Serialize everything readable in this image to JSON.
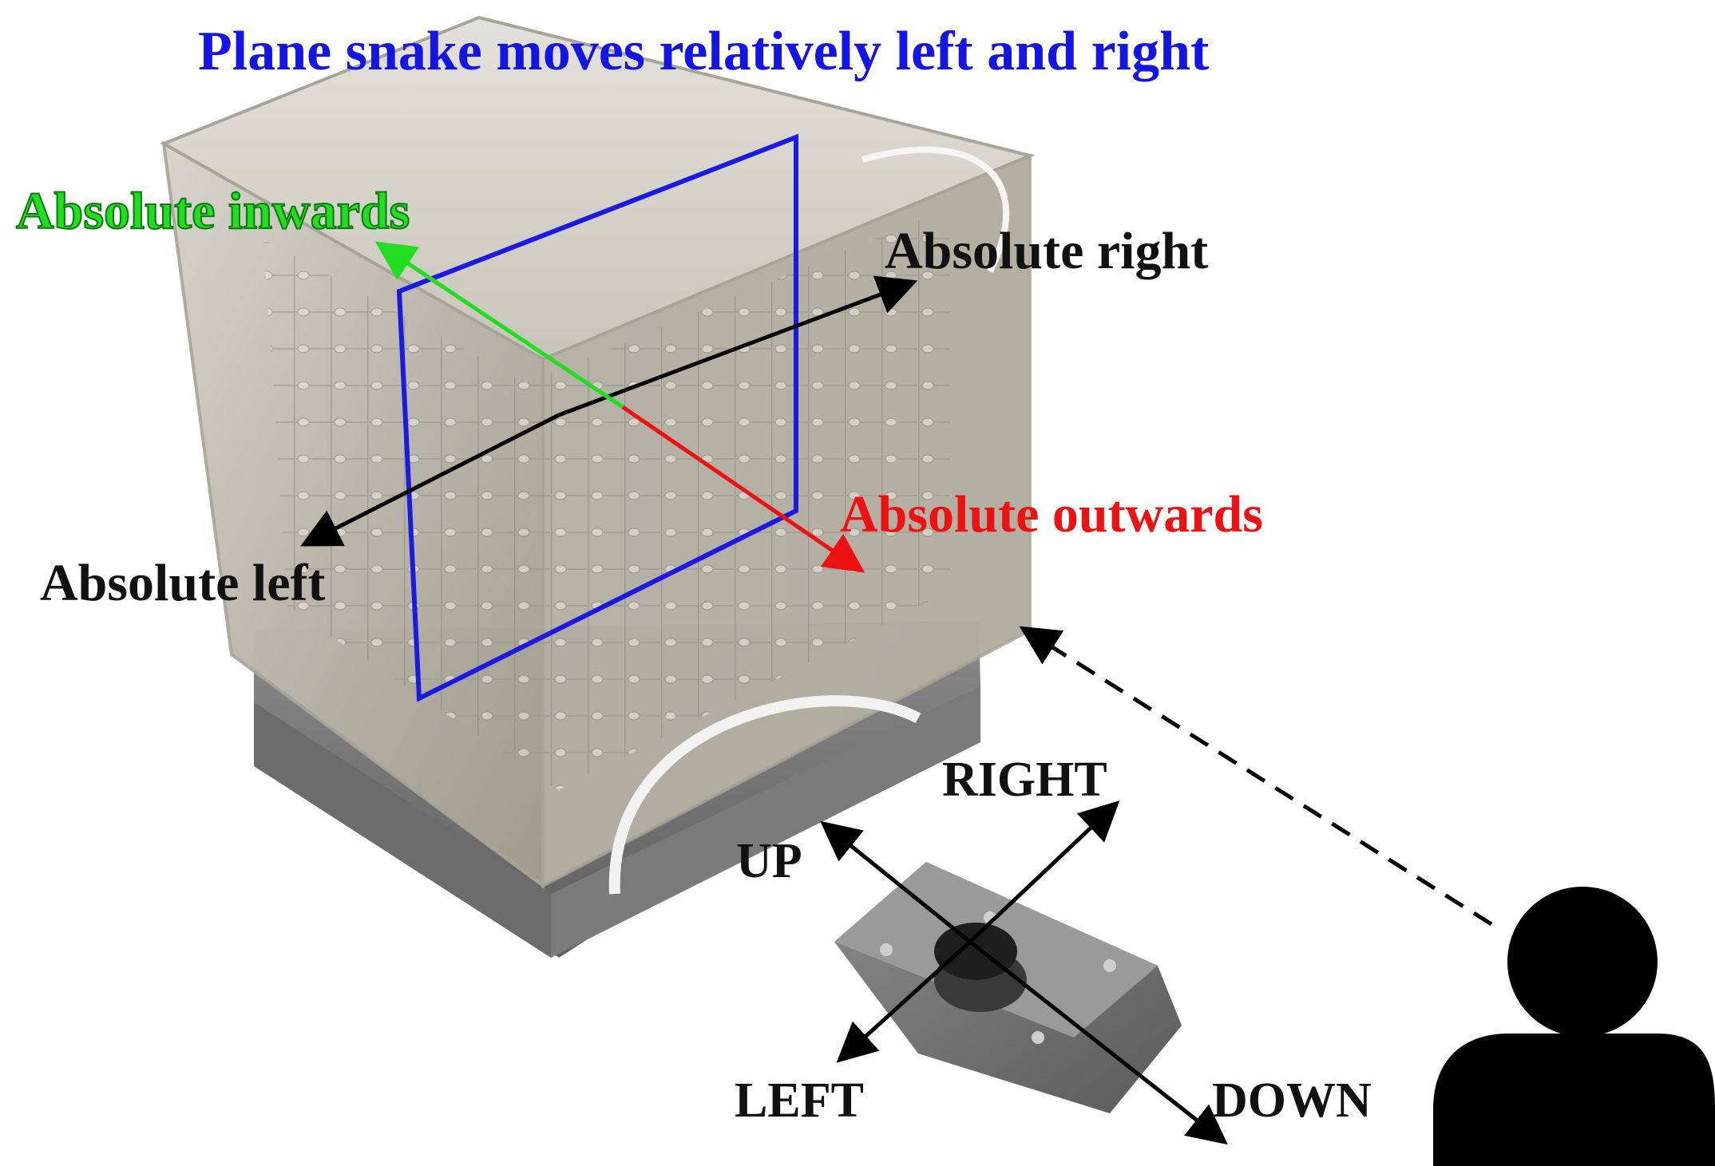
{
  "title": "Plane snake moves relatively left and right",
  "labels": {
    "absolute_inwards": "Absolute inwards",
    "absolute_right": "Absolute right",
    "absolute_outwards": "Absolute outwards",
    "absolute_left": "Absolute left"
  },
  "joystick": {
    "right": "RIGHT",
    "up": "UP",
    "left": "LEFT",
    "down": "DOWN"
  },
  "icons": {
    "cube": "led-cube-photo",
    "joystick": "joystick-photo",
    "user": "user-icon"
  },
  "colors": {
    "title": "#1414e6",
    "inwards": "#22dd22",
    "outwards": "#ee1111",
    "left_right_axis": "#000000",
    "plane": "#1a1ae0",
    "text": "#111111"
  }
}
